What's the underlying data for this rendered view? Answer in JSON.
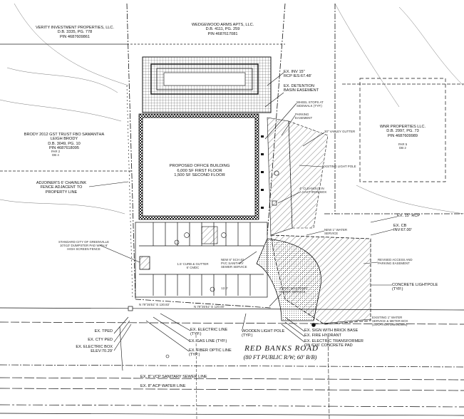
{
  "owners": {
    "verity": "VERITY INVESTMENT PROPERTIES, LLC.\nD.B. 3335, PG. 778\nPIN 4687609861",
    "wedgewood": "WEDGEWOOD ARMS APTS, LLC.\nD.B. 4111, PG. 259\nPIN 4687617081",
    "brody": "BRODY 2012 GST TRUST FBO SAMANTHA\nLEIGH BRODY\nD.B. 3049, PG. 10\nPIN 4687618095",
    "wnr": "WNR PROPERTIES LLC.\nD.B. 2997, PG. 73\nPIN 4687609989"
  },
  "building": "PROPOSED OFFICE BUILDING\n6,000 SF FIRST FLOOR\n1,500 SF SECOND FLOOR",
  "road": {
    "name": "RED BANKS ROAD",
    "row": "(80 FT PUBLIC R/W; 60' B/B)"
  },
  "callouts": {
    "ex_inv": "EX. INV 15\"\nRCP IES:67.48'",
    "detention": "EX. DETENTION\nBASIN EASEMENT",
    "wheel_stops": "WHEEL STOPS AT\nSIDEWALK (TYP.)",
    "parking_easement": "PARKING\nEASEMENT",
    "valley_gutter": "30\" VALLEY GUTTER",
    "light_pole": "EXISTING LIGHT POLE",
    "cleanout": "4\" CLEANOUT IN\nA CAST IRON BOX",
    "water_service": "NEW 1\" WATER\nSERVICE",
    "ex_15_rcp": "EX. 15\" RCP",
    "ex_cb": "EX. CB\nINV:67.00'",
    "revised_access": "REVISED ACCESS AND\nPARKING EASEMENT",
    "concrete_lightpole": "CONCRETE LIGHTPOLE\n(TYP.)",
    "pvc_sewer": "NEW 6\" SCH 40\nPVC SANITARY\nSEWER SERVICE",
    "sewer_service": "4\" PVC WASTEWAT\nSEWER SERVICE",
    "water_meter": "EXISTING 1\" WATER\nSERVICE & METER BOX\n(LOCATION UNKNOWN)",
    "sign": "EX. SIGN WITH BRICK BASE",
    "hydrant": "EX. FIRE HYDRANT",
    "transformer": "EX. ELECTRIC TRANSFORMER\nON 6'X6' CONCRETE PAD",
    "wooden_pole": "WOODEN LIGHT POLE\n(TYP.)",
    "electric_line": "EX. ELECTRIC LINE\n(TYP.)",
    "gas_line": "EX. GAS LINE (TYP.)",
    "fiber_line": "EX. FIBER OPTIC LINE\n(TYP.)",
    "tped": "EX. TPED",
    "cty_ped": "EX. CTY PED",
    "electric_box": "EX. ELECTRIC BOX\nELEV:70.29'",
    "fence": "ADJOINER'S 6' CHAINLINK\nFENCE ADJACENT TO\nPROPERTY LINE",
    "dumpster": "STANDARD CITY OF GREENVILLE\n10'X10' DUMPSTER PAD WITH 6'\nHIGH SCREEN FENCE",
    "sewer_line": "EX. 8\" VCP SANITARY SEWER LINE",
    "water_line": "EX. 8\" ACP WATER LINE",
    "bearing_1": "N 79°35'51\" E 130.83'",
    "bearing_2": "N 79°35'51\" E 120.00'",
    "setback": "1.5' CURB & GUTTER\n6' CMDC",
    "dim_bottom": "12.0'",
    "plan_num": "PAR 2\nDB 4",
    "wnr_num": "PAR 5\nDB 2"
  }
}
